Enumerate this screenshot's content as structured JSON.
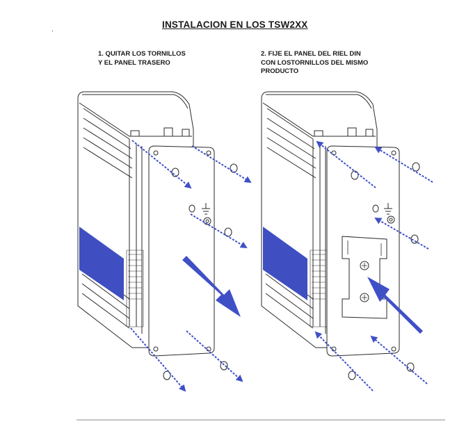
{
  "title": "INSTALACION EN LOS TSW2XX",
  "step1": {
    "line1": "1. QUITAR LOS TORNILLOS",
    "line2": "Y EL PANEL TRASERO"
  },
  "step2": {
    "line1": "2. FIJE EL PANEL DEL RIEL DIN",
    "line2": "CON LOSTORNILLOS DEL MISMO",
    "line3": "PRODUCTO"
  },
  "marker": ".",
  "colors": {
    "arrow": "#3f50c6",
    "accent_panel": "#3f4fc2",
    "line": "#2a2a2a"
  }
}
